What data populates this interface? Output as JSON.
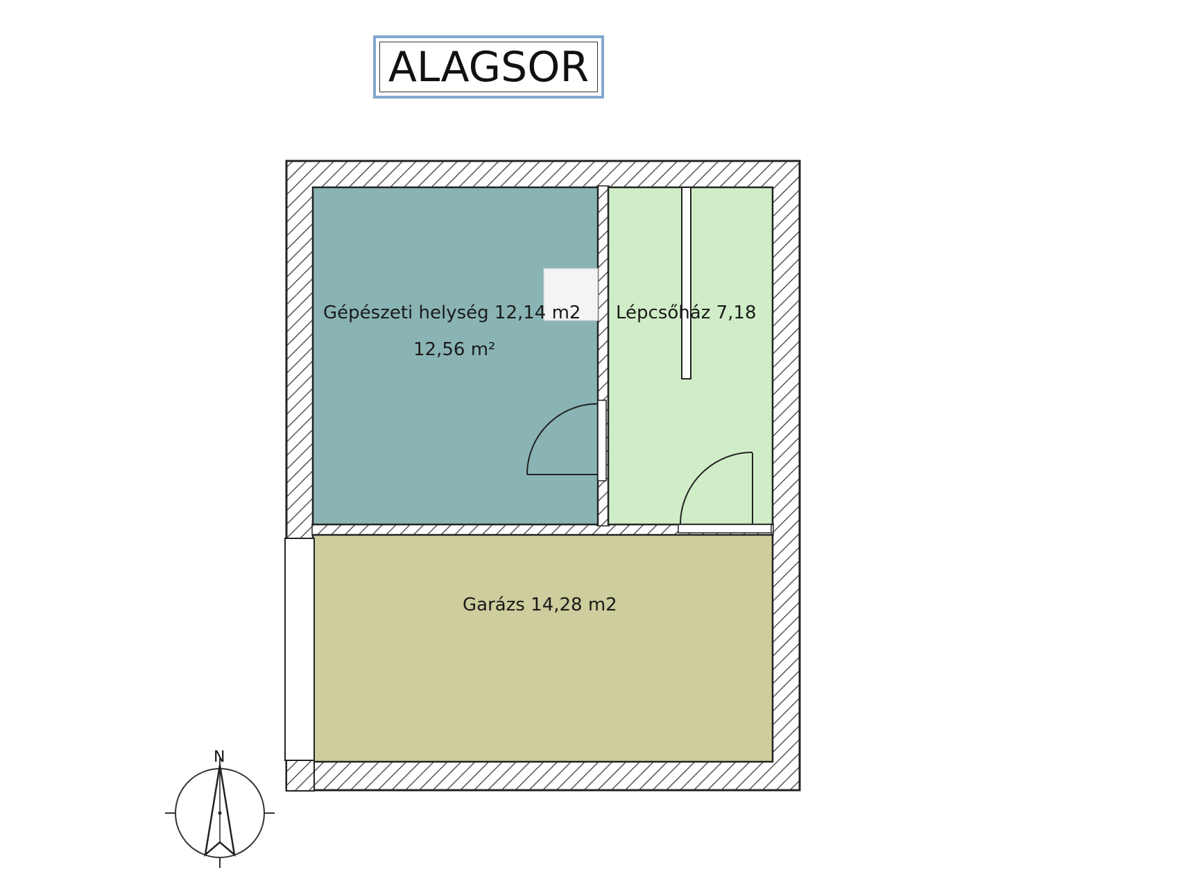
{
  "title": "ALAGSOR",
  "rooms": {
    "mechanical": {
      "label": "Gépészeti helység 12,14 m2",
      "area_label": "12,56 m²",
      "color": "#8ab4b4"
    },
    "stairwell": {
      "label": "Lépcsőház 7,18",
      "color": "#cfedc6"
    },
    "garage": {
      "label": "Garázs 14,28 m2",
      "color": "#cecd9d"
    }
  },
  "compass": {
    "north_label": "N"
  },
  "colors": {
    "wall_hatch": "#555555",
    "title_frame": "#82a8cf",
    "outline": "#222222"
  }
}
